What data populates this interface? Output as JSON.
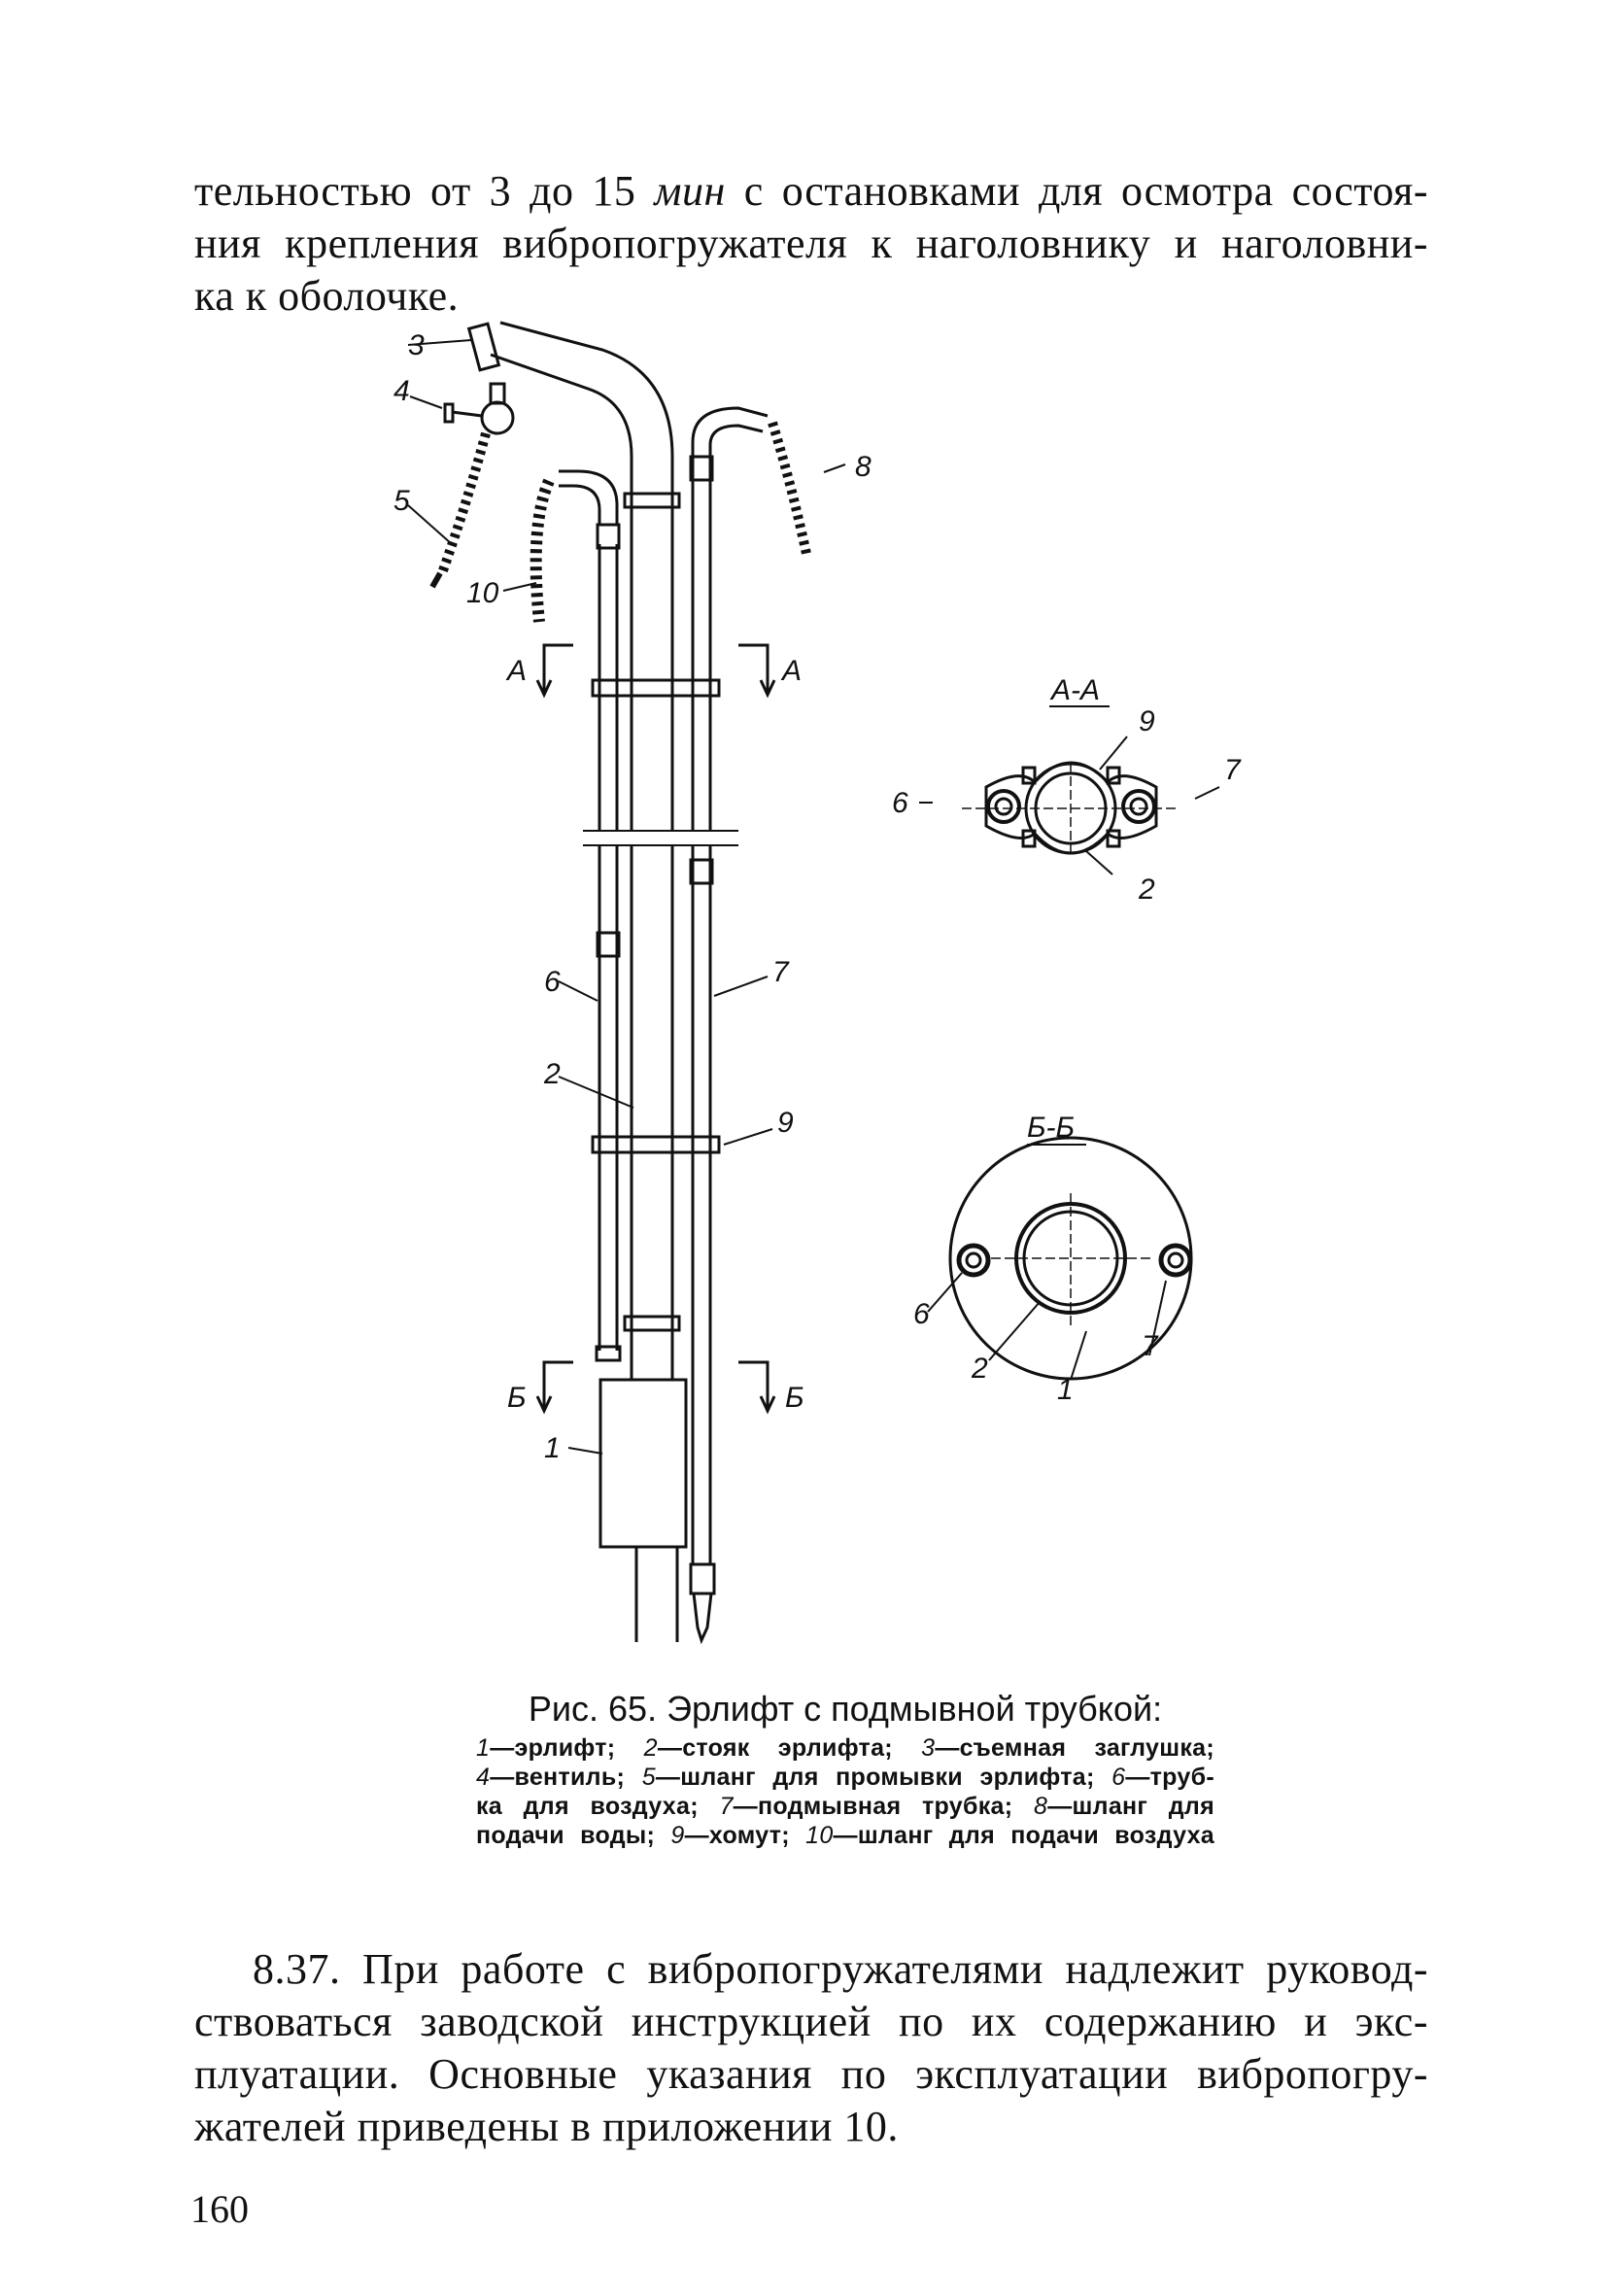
{
  "top_paragraph": {
    "line1_a": "тельностью от 3 до 15 ",
    "line1_unit": "мин",
    "line1_b": " с остановками для осмотра состоя-",
    "line2": "ния крепления вибропогружателя к наголовнику и наголовни-",
    "line3": "ка к оболочке."
  },
  "figure": {
    "labels": {
      "l3": "3",
      "l4": "4",
      "l5": "5",
      "l8": "8",
      "l10": "10",
      "sec_a_left": "А",
      "sec_a_right": "А",
      "l6": "6",
      "l7": "7",
      "l2": "2",
      "l9": "9",
      "sec_b_left": "Б",
      "sec_b_right": "Б",
      "l1": "1"
    },
    "section_aa": {
      "title": "А-А",
      "l9": "9",
      "l6": "6",
      "l7": "7",
      "l2": "2"
    },
    "section_bb": {
      "title": "Б-Б",
      "l6": "6",
      "l2": "2",
      "l1": "1",
      "l7": "7"
    }
  },
  "caption": {
    "title": "Рис. 65. Эрлифт с подмывной трубкой:",
    "n1": "1",
    "t1": "—эрлифт; ",
    "n2": "2",
    "t2": "—стояк эрлифта; ",
    "n3": "3",
    "t3": "—съемная заглушка;",
    "n4": "4",
    "t4": "—вентиль; ",
    "n5": "5",
    "t5": "—шланг для промывки эрлифта; ",
    "n6": "6",
    "t6": "—труб-",
    "t6b": "ка для воздуха; ",
    "n7": "7",
    "t7": "—подмывная трубка; ",
    "n8": "8",
    "t8": "—шланг для",
    "t8b": "подачи воды; ",
    "n9": "9",
    "t9": "—хомут; ",
    "n10": "10",
    "t10": "—шланг для подачи воздуха"
  },
  "bottom_paragraph": {
    "line1": "8.37. При работе с вибропогружателями надлежит руковод-",
    "line2": "ствоваться заводской инструкцией по их содержанию и экс-",
    "line3": "плуатации. Основные указания по эксплуатации вибропогру-",
    "line4": "жателей приведены в приложении 10."
  },
  "page_number": "160"
}
